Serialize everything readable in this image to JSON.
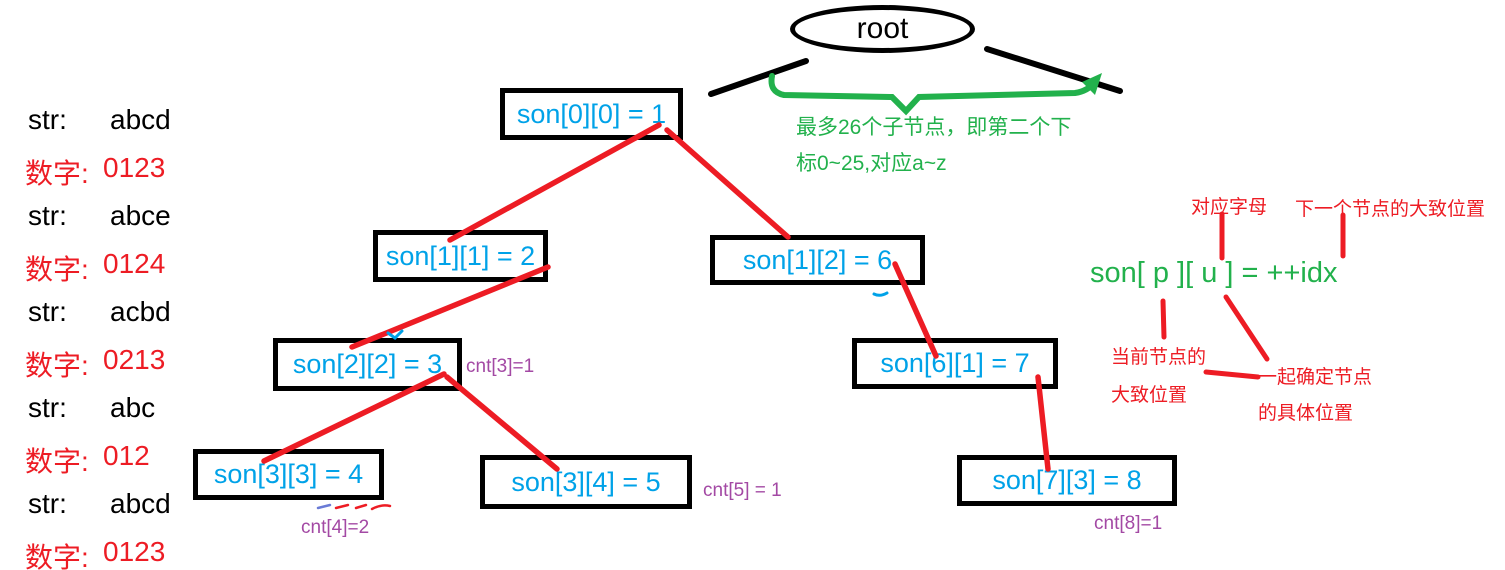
{
  "colors": {
    "node_text": "#00A2E8",
    "edge_red": "#ED1C24",
    "note_green": "#22B14C",
    "cnt_purple": "#A349A4",
    "outline_black": "#000000"
  },
  "word_list": [
    {
      "label": "str:",
      "value": "abcd"
    },
    {
      "label": "数字:",
      "value": "0123"
    },
    {
      "label": "str:",
      "value": "abce"
    },
    {
      "label": "数字:",
      "value": "0124"
    },
    {
      "label": "str:",
      "value": "acbd"
    },
    {
      "label": "数字:",
      "value": "0213"
    },
    {
      "label": "str:",
      "value": "abc"
    },
    {
      "label": "数字:",
      "value": "012"
    },
    {
      "label": "str:",
      "value": "abcd"
    },
    {
      "label": "数字:",
      "value": "0123"
    }
  ],
  "root_label": "root",
  "nodes": [
    {
      "label": "son[0][0] = 1"
    },
    {
      "label": "son[1][1] = 2"
    },
    {
      "label": "son[1][2] = 6"
    },
    {
      "label": "son[2][2] = 3"
    },
    {
      "label": "son[6][1] = 7"
    },
    {
      "label": "son[3][3] = 4"
    },
    {
      "label": "son[3][4] = 5"
    },
    {
      "label": "son[7][3] = 8"
    }
  ],
  "cnt_labels": [
    {
      "label": "cnt[3]=1"
    },
    {
      "label": "cnt[4]=2"
    },
    {
      "label": "cnt[5] = 1"
    },
    {
      "label": "cnt[8]=1"
    }
  ],
  "green_notes": {
    "brace_line1": "最多26个子节点，即第二个下",
    "brace_line2": "标0~25,对应a~z",
    "formula": "son[ p ][ u ] = ++idx"
  },
  "red_notes": {
    "u_label": "对应字母",
    "idx_label": "下一个节点的大致位置",
    "p_label_line1": "当前节点的",
    "p_label_line2": "大致位置",
    "together_line1": "一起确定节点",
    "together_line2": "的具体位置"
  }
}
